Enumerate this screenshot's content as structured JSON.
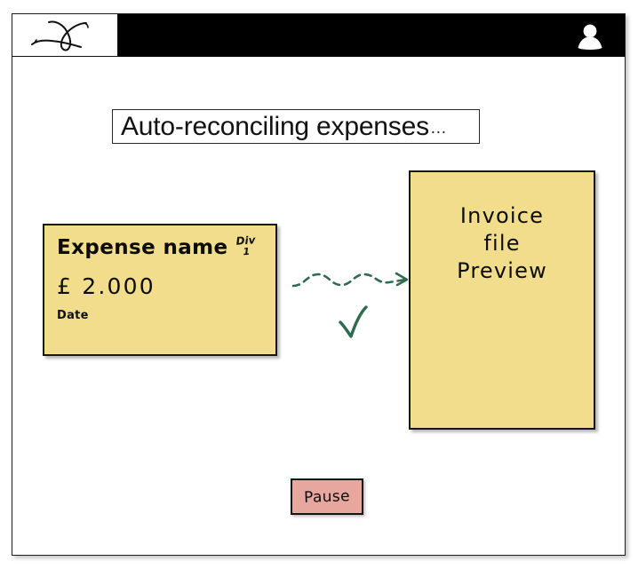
{
  "header": {
    "logo_icon": "handwritten-x-signature-logo",
    "logo_alt": "X",
    "avatar_icon": "user-avatar-icon",
    "bar_color": "#000000"
  },
  "title": {
    "text": "Auto-reconciling expenses",
    "ellipsis": "…"
  },
  "expense_card": {
    "name": "Expense name",
    "division_label": "Div",
    "division_value": "1",
    "amount": "£ 2.000",
    "date_label": "Date",
    "background_color": "#f2dd8c"
  },
  "connector": {
    "arrow_icon": "dashed-wavy-arrow-right-icon",
    "check_icon": "checkmark-icon",
    "color": "#2f6b4f"
  },
  "invoice_preview": {
    "lines": [
      "Invoice",
      "file",
      "Preview"
    ],
    "background_color": "#f2dd8c"
  },
  "pause_button": {
    "label": "Pause",
    "background_color": "#e8a79e"
  }
}
